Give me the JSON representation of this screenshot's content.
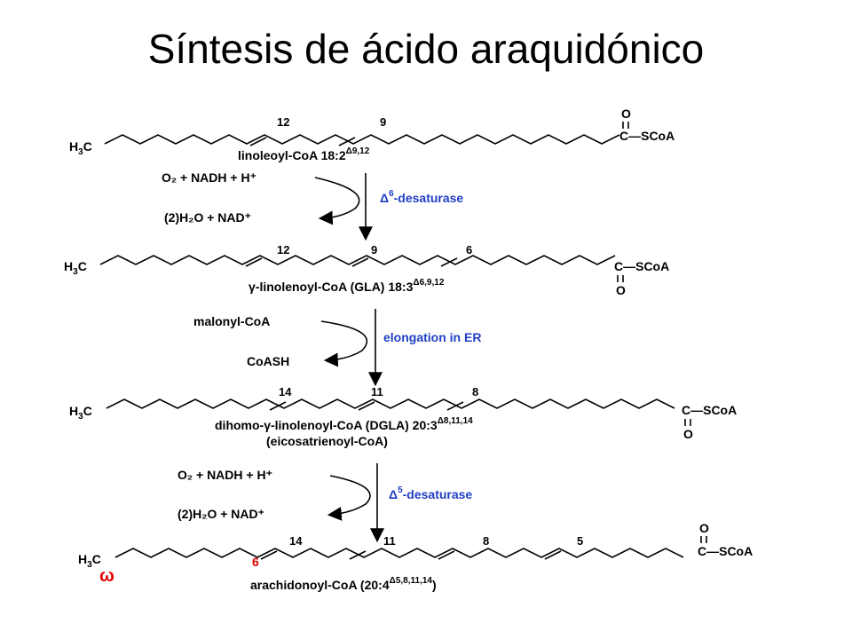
{
  "title": "Síntesis de ácido araquidónico",
  "colors": {
    "enzyme": "#1f3fc4",
    "omega": "#e00000"
  },
  "molecules": [
    {
      "name": "linoleoyl-CoA 18:2",
      "delta": "Δ9,12",
      "head": "H",
      "head_sub": "3",
      "head_c": "C",
      "tail": "C—SCoA",
      "oxygen": "O",
      "positions": [
        "12",
        "9"
      ]
    },
    {
      "name": "γ-linolenoyl-CoA (GLA) 18:3",
      "delta": "Δ6,9,12",
      "head": "H",
      "head_sub": "3",
      "head_c": "C",
      "tail": "C—SCoA",
      "oxygen": "O",
      "positions": [
        "12",
        "9",
        "6"
      ]
    },
    {
      "name": "dihomo-γ-linolenoyl-CoA (DGLA) 20:3",
      "delta": "Δ8,11,14",
      "name2": "(eicosatrienoyl-CoA)",
      "head": "H",
      "head_sub": "3",
      "head_c": "C",
      "tail": "C—SCoA",
      "oxygen": "O",
      "positions": [
        "14",
        "11",
        "8"
      ]
    },
    {
      "name": "arachidonoyl-CoA (20:4",
      "delta": "Δ5,8,11,14",
      "close": ")",
      "head": "H",
      "head_sub": "3",
      "head_c": "C",
      "tail": "C—SCoA",
      "oxygen": "O",
      "positions": [
        "14",
        "11",
        "8",
        "5"
      ],
      "omega_symbol": "ω",
      "omega_position": "6"
    }
  ],
  "steps": [
    {
      "input": "O₂ + NADH + H⁺",
      "output": "(2)H₂O + NAD⁺",
      "enzyme_delta": "Δ",
      "enzyme_sup": "6",
      "enzyme_rest": "-desaturase"
    },
    {
      "input": "malonyl-CoA",
      "output": "CoASH",
      "enzyme_label": "elongation in ER"
    },
    {
      "input": "O₂ + NADH + H⁺",
      "output": "(2)H₂O + NAD⁺",
      "enzyme_delta": "Δ",
      "enzyme_sup": "5",
      "enzyme_rest": "-desaturase"
    }
  ]
}
